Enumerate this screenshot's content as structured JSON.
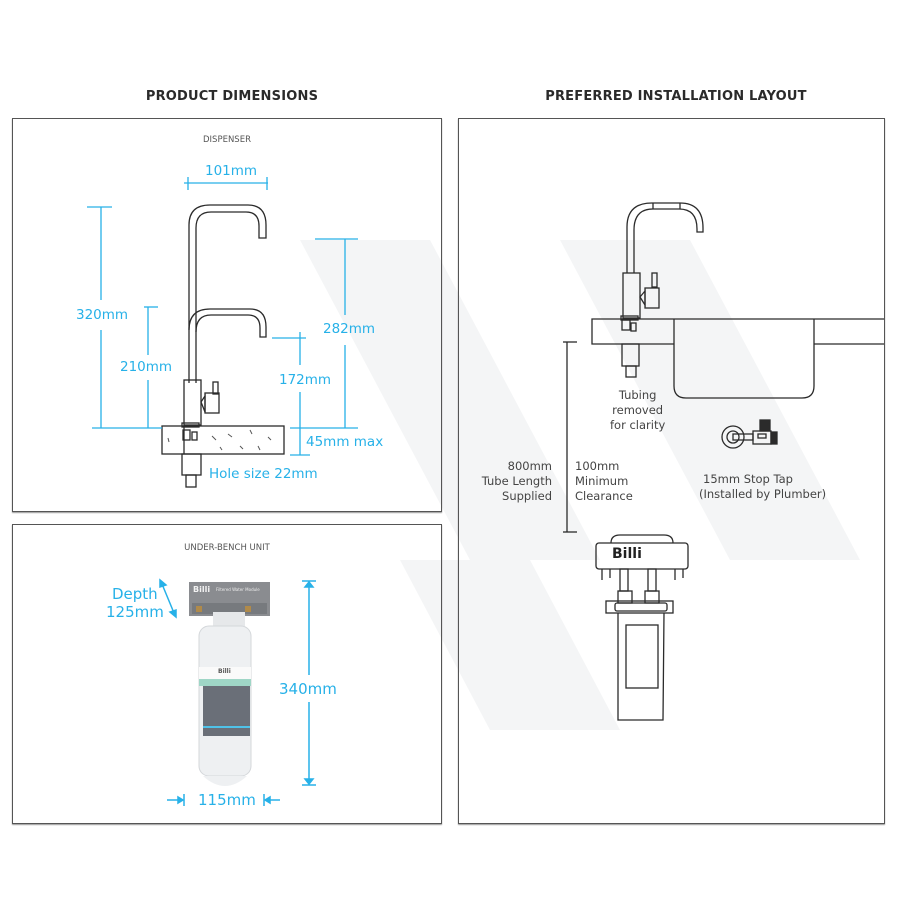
{
  "headings": {
    "product_dimensions": "PRODUCT DIMENSIONS",
    "installation_layout": "PREFERRED INSTALLATION LAYOUT"
  },
  "dispenser": {
    "label": "DISPENSER",
    "width": "101mm",
    "total_height": "320mm",
    "spout_height": "210mm",
    "outlet_height": "282mm",
    "lower_outlet_height": "172mm",
    "bench_thickness": "45mm max",
    "hole_size": "Hole size 22mm"
  },
  "under_bench": {
    "label": "UNDER-BENCH UNIT",
    "depth_label": "Depth",
    "depth_value": "125mm",
    "height": "340mm",
    "width": "115mm",
    "brand": "Billi",
    "module_text": "Filtered Water Module"
  },
  "installation": {
    "tubing_note": [
      "Tubing",
      "removed",
      "for clarity"
    ],
    "tube_length": [
      "800mm",
      "Tube Length",
      "Supplied"
    ],
    "clearance": [
      "100mm",
      "Minimum",
      "Clearance"
    ],
    "stop_tap": [
      "15mm Stop Tap",
      "(Installed by Plumber)"
    ],
    "brand": "Billi"
  },
  "colors": {
    "dimension": "#27b1e8",
    "outline": "#2b2b2b",
    "panel_border": "#555555"
  }
}
